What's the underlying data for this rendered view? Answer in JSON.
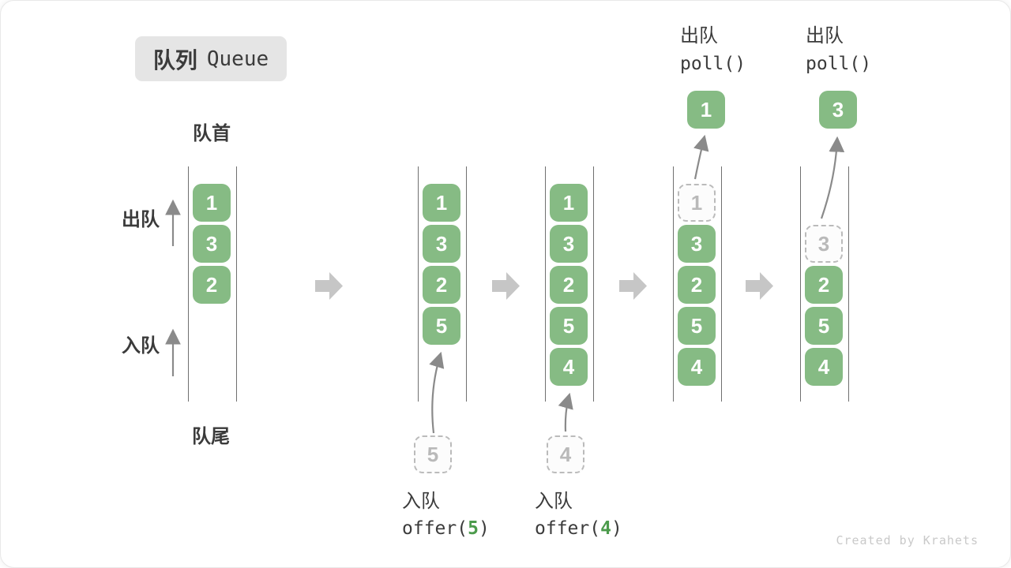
{
  "title": {
    "zh": "队列",
    "en": "Queue"
  },
  "side_labels": {
    "front": "队首",
    "rear": "队尾",
    "dequeue": "出队",
    "enqueue": "入队"
  },
  "colors": {
    "cell_green": "#86BB84",
    "code_green": "#4C9B4C",
    "text_dark": "#3B3B3B",
    "thin_arrow": "#8A8A8A",
    "block_arrow": "#C6C6C6",
    "dashed_border": "#BBBBBB",
    "dashed_text": "#B9B9B9",
    "wall": "#707070",
    "title_bg": "#E5E5E5",
    "watermark": "#C9C9C9"
  },
  "queues": [
    {
      "cells": [
        {
          "value": "1",
          "row": 0
        },
        {
          "value": "3",
          "row": 1
        },
        {
          "value": "2",
          "row": 2
        }
      ]
    },
    {
      "cells": [
        {
          "value": "1",
          "row": 0
        },
        {
          "value": "3",
          "row": 1
        },
        {
          "value": "2",
          "row": 2
        },
        {
          "value": "5",
          "row": 3
        }
      ],
      "pending": {
        "value": "5"
      }
    },
    {
      "cells": [
        {
          "value": "1",
          "row": 0
        },
        {
          "value": "3",
          "row": 1
        },
        {
          "value": "2",
          "row": 2
        },
        {
          "value": "5",
          "row": 3
        },
        {
          "value": "4",
          "row": 4
        }
      ],
      "pending": {
        "value": "4"
      }
    },
    {
      "cells": [
        {
          "value": "1",
          "row": 0,
          "dashed": true
        },
        {
          "value": "3",
          "row": 1
        },
        {
          "value": "2",
          "row": 2
        },
        {
          "value": "5",
          "row": 3
        },
        {
          "value": "4",
          "row": 4
        }
      ],
      "popped": {
        "value": "1"
      }
    },
    {
      "cells": [
        {
          "value": "3",
          "row": 1,
          "dashed": true
        },
        {
          "value": "2",
          "row": 2
        },
        {
          "value": "5",
          "row": 3
        },
        {
          "value": "4",
          "row": 4
        }
      ],
      "popped": {
        "value": "3"
      }
    }
  ],
  "operations": {
    "enqueue1": {
      "label": "入队",
      "code_before": "offer(",
      "arg": "5",
      "code_after": ")"
    },
    "enqueue2": {
      "label": "入队",
      "code_before": "offer(",
      "arg": "4",
      "code_after": ")"
    },
    "dequeue1": {
      "label": "出队",
      "code": "poll()"
    },
    "dequeue2": {
      "label": "出队",
      "code": "poll()"
    }
  },
  "watermark": "Created by Krahets"
}
